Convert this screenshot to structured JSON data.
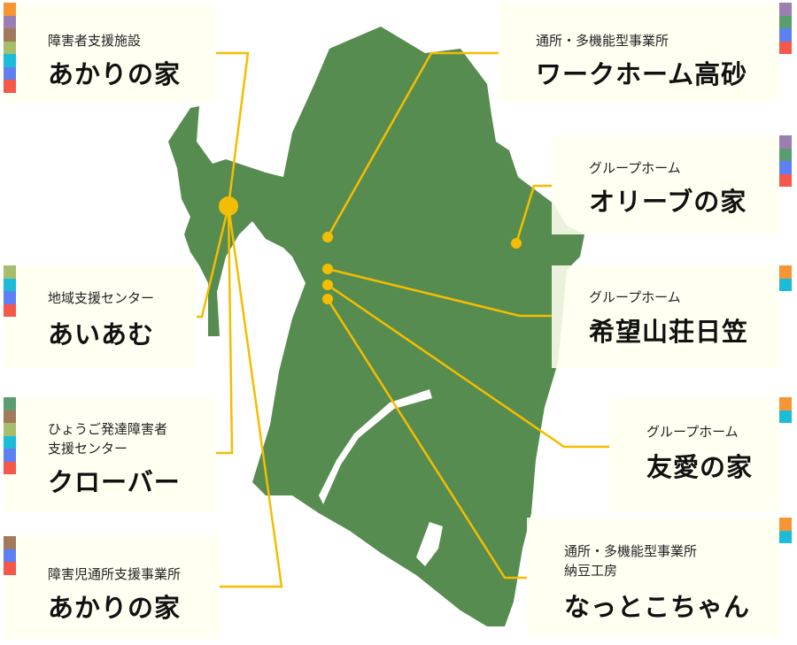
{
  "colors": {
    "map": "#578c50",
    "line": "#f5bd00",
    "orange": "#f79433",
    "purple": "#9b7fb0",
    "brown": "#a07a5a",
    "olive": "#a6bd6c",
    "cyan": "#1bbcd8",
    "blue": "#5f7ff5",
    "red": "#f5574b",
    "green": "#5a9e70"
  },
  "facilities": [
    {
      "sub": "障害者支援施設",
      "name": "あかりの家",
      "tags": [
        "orange",
        "purple",
        "brown",
        "olive",
        "cyan",
        "blue",
        "red"
      ]
    },
    {
      "sub": "地域支援センター",
      "name": "あいあむ",
      "tags": [
        "olive",
        "cyan",
        "blue",
        "red"
      ]
    },
    {
      "sub": "ひょうご発達障害者",
      "sub2": "支援センター",
      "name": "クローバー",
      "tags": [
        "green",
        "brown",
        "olive",
        "cyan",
        "blue",
        "red"
      ]
    },
    {
      "sub": "障害児通所支援事業所",
      "name": "あかりの家",
      "tags": [
        "brown",
        "blue",
        "red"
      ]
    },
    {
      "sub": "通所・多機能型事業所",
      "name": "ワークホーム高砂",
      "tags": [
        "purple",
        "green",
        "blue",
        "red"
      ]
    },
    {
      "sub": "グループホーム",
      "name": "オリーブの家",
      "tags": [
        "purple",
        "green",
        "blue",
        "red"
      ]
    },
    {
      "sub": "グループホーム",
      "name": "希望山荘日笠",
      "tags": [
        "orange",
        "cyan"
      ]
    },
    {
      "sub": "グループホーム",
      "name": "友愛の家",
      "tags": [
        "orange",
        "cyan"
      ]
    },
    {
      "sub": "通所・多機能型事業所",
      "sub2": "納豆工房",
      "name": "なっとこちゃん",
      "tags": [
        "orange",
        "cyan"
      ]
    }
  ]
}
